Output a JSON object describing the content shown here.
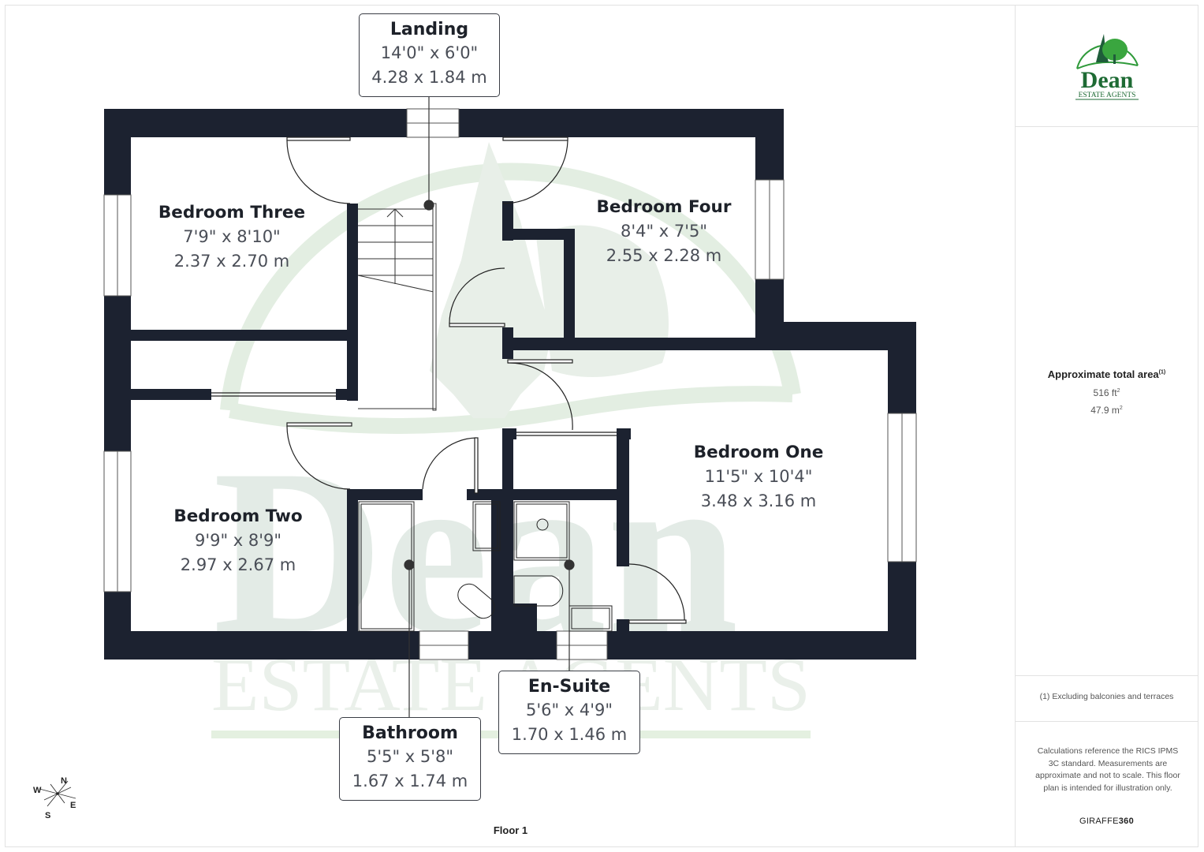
{
  "floor": {
    "label": "Floor 1"
  },
  "rooms": {
    "landing": {
      "name": "Landing",
      "imperial": "14'0\" x 6'0\"",
      "metric": "4.28 x 1.84 m"
    },
    "bedroom_three": {
      "name": "Bedroom Three",
      "imperial": "7'9\" x 8'10\"",
      "metric": "2.37 x 2.70 m"
    },
    "bedroom_four": {
      "name": "Bedroom Four",
      "imperial": "8'4\" x 7'5\"",
      "metric": "2.55 x 2.28 m"
    },
    "bedroom_one": {
      "name": "Bedroom One",
      "imperial": "11'5\" x 10'4\"",
      "metric": "3.48 x 3.16 m"
    },
    "bedroom_two": {
      "name": "Bedroom Two",
      "imperial": "9'9\" x 8'9\"",
      "metric": "2.97 x 2.67 m"
    },
    "bathroom": {
      "name": "Bathroom",
      "imperial": "5'5\" x 5'8\"",
      "metric": "1.67 x 1.74 m"
    },
    "en_suite": {
      "name": "En-Suite",
      "imperial": "5'6\" x 4'9\"",
      "metric": "1.70 x 1.46 m"
    }
  },
  "compass": {
    "n": "N",
    "e": "E",
    "s": "S",
    "w": "W"
  },
  "logo": {
    "name": "Dean",
    "tagline": "ESTATE AGENTS"
  },
  "watermark": {
    "name": "Dean",
    "tagline": "ESTATE AGENTS"
  },
  "sidebar": {
    "area_title": "Approximate total area",
    "area_footnote_mark": "(1)",
    "area_ft": "516 ft",
    "area_m": "47.9 m",
    "sq_sup": "2",
    "exclusion_note": "(1) Excluding balconies and terraces",
    "disclaimer": "Calculations reference the RICS IPMS 3C standard. Measurements are approximate and not to scale. This floor plan is intended for illustration only.",
    "brand_light": "GIRAFFE",
    "brand_bold": "360"
  },
  "colors": {
    "wall": "#1c2230",
    "wall_watermarked": "#2e3240",
    "watermark_green": "#dde9dc",
    "logo_green": "#1e6b34",
    "logo_light_green": "#3aa63f",
    "label_text": "#1d2129",
    "dim_text": "#4a4e57"
  }
}
